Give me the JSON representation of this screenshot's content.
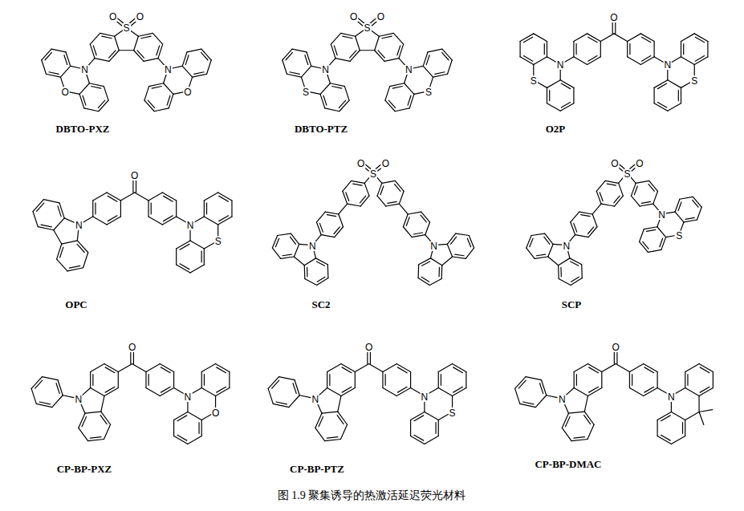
{
  "diagram": {
    "caption": "图 1.9 聚集诱导的热激活延迟荧光材料",
    "labels": [
      "O",
      "O",
      "S",
      "N",
      "N",
      "O",
      "O",
      "DBTO-PXZ",
      "O",
      "O",
      "S",
      "N",
      "N",
      "S",
      "S",
      "DBTO-PTZ",
      "O",
      "N",
      "N",
      "S",
      "S",
      "O2P",
      "O",
      "N",
      "N",
      "S",
      "OPC",
      "O",
      "O",
      "S",
      "N",
      "N",
      "SC2",
      "O",
      "O",
      "S",
      "N",
      "N",
      "S",
      "SCP",
      "O",
      "N",
      "N",
      "O",
      "CP-BP-PXZ",
      "O",
      "N",
      "N",
      "S",
      "CP-BP-PTZ",
      "O",
      "N",
      "N",
      "CP-BP-DMAC"
    ]
  }
}
